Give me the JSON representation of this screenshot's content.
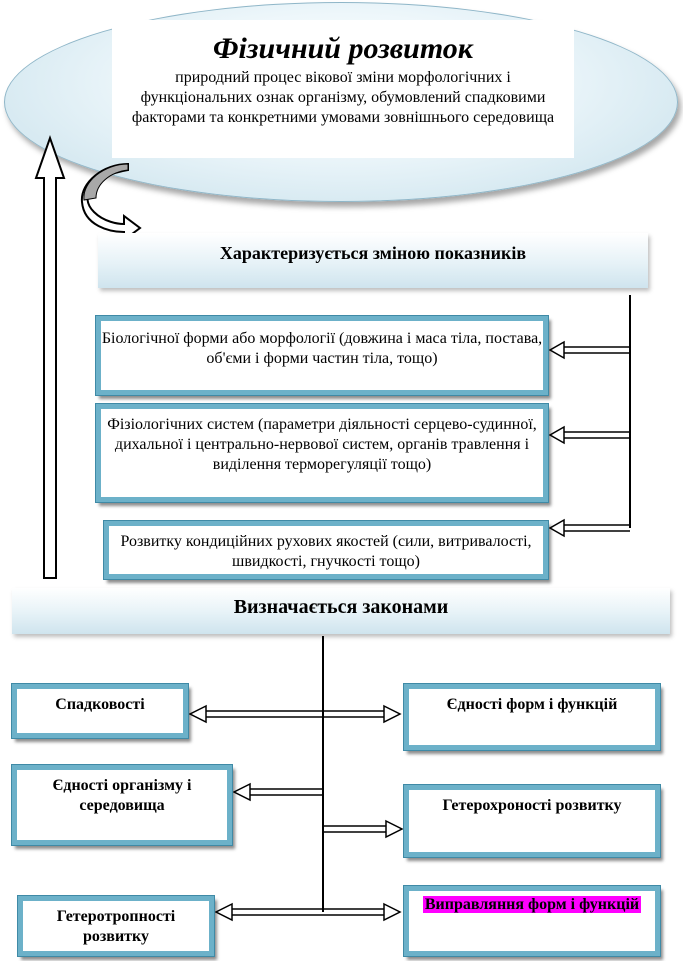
{
  "header": {
    "title": "Фізичний розвиток",
    "description": "природний процес вікової зміни морфологічних і функціональних ознак організму, обумовлений спадковими факторами та конкретними умовами зовнішнього середовища"
  },
  "band_indicators": "Характеризується  зміною  показників",
  "indicators": [
    "Біологічної форми або морфології (довжина і маса тіла, постава, об'єми і форми частин тіла, тощо)",
    "Фізіологічних  систем  (параметри  діяльності серцево-судинної, дихальної і центрально-нервової систем, органів травлення і виділення терморегуляції тощо)",
    "Розвитку кондиційних рухових якостей (сили, витривалості, швидкості, гнучкості тощо)"
  ],
  "band_laws": "Визначається законами",
  "laws": {
    "l1": "Спадковості",
    "l2": "Єдності форм і функцій",
    "l3": "Єдності організму і середовища",
    "l4": "Гетерохроності розвитку",
    "l5": "Гетеротропності розвитку",
    "l6": "Виправляння форм і функцій"
  },
  "colors": {
    "card_border": "#6cb1c9",
    "highlight": "#ff00ff",
    "ellipse_edge": "#8fb6c8"
  }
}
